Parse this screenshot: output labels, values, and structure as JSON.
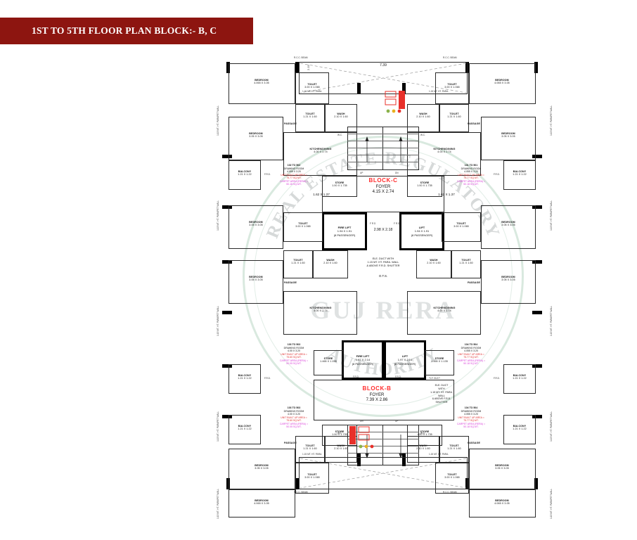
{
  "header": {
    "title": "1ST TO 5TH FLOOR PLAN BLOCK:- B, C",
    "banner_color": "#8d1510"
  },
  "watermark": {
    "arc_top": "REAL ESTATE REGULATORY",
    "arc_bottom": "AUTHORITY",
    "center": "GUJ RERA"
  },
  "blocks": [
    {
      "name": "BLOCK-C",
      "foyer_label": "FOYER",
      "foyer_dim": "4.15 X 2.74",
      "lobby_dim": "2.98 X 2.18",
      "fire_lift": {
        "name": "FIRE LIFT",
        "dim": "1.94 X 1.91",
        "capacity": "(8 PASSENGER)"
      },
      "lift": {
        "name": "LIFT",
        "dim": "1.94 X 1.91",
        "capacity": "(8 PASSENGER)"
      },
      "passage_dims": [
        "1.62 X 1.37",
        "1.62 X 1.37"
      ],
      "frd_label": "F R D"
    },
    {
      "name": "BLOCK-B",
      "foyer_label": "FOYER",
      "foyer_dim": "7.39 X 2.86",
      "fire_lift": {
        "name": "FIRE LIFT",
        "dim": "1.97 X 2.14",
        "capacity": "(8 PASSENGER)"
      },
      "lift": {
        "name": "LIFT",
        "dim": "1.97 X 2.14",
        "capacity": "(8 PASSENGER)"
      },
      "frd_label": "F.R.D."
    }
  ],
  "units": [
    {
      "code": "102 TO 502",
      "room": "DRAWING ROOM",
      "dim": "4.055 X 3.20",
      "bua": "UNIT BUILT UP AREA =",
      "bua2": "75.77 SQ.MT.",
      "cpa": "CARPET AREA (RERA) =",
      "cpa2": "50.18 SQ.MT."
    },
    {
      "code": "101 TO 501",
      "room": "DRAWING ROOM",
      "dim": "4.055 X 3.20",
      "bua": "UNIT BUILT UP AREA =",
      "bua2": "75.77 SQ.MT.",
      "cpa": "CARPET AREA (RERA) =",
      "cpa2": "50.18 SQ.MT."
    },
    {
      "code": "103 TO 503",
      "room": "DRAWING ROOM",
      "dim": "4.00 X 3.20",
      "bua": "UNIT BUILT UP AREA =",
      "bua2": "75.60 SQ.MT.",
      "cpa": "CARPET AREA (RERA) =",
      "cpa2": "50.05 SQ.MT."
    },
    {
      "code": "104 TO 504",
      "room": "DRAWING ROOM",
      "dim": "4.055 X 3.20",
      "bua": "UNIT BUILT UP AREA =",
      "bua2": "75.77 SQ.MT.",
      "cpa": "CARPET AREA (RERA) =",
      "cpa2": "50.18 SQ.MT."
    },
    {
      "code": "103 TO 503",
      "room": "DRAWING ROOM",
      "dim": "4.00 X 3.20",
      "bua": "UNIT BUILT UP AREA =",
      "bua2": "75.60 SQ.MT.",
      "cpa": "CARPET AREA (RERA) =",
      "cpa2": "50.05 SQ.MT."
    },
    {
      "code": "104 TO 504",
      "room": "DRAWING ROOM",
      "dim": "4.055 X 3.20",
      "bua": "UNIT BUILT UP AREA =",
      "bua2": "75.77 SQ.MT.",
      "cpa": "CARPET AREA (RERA) =",
      "cpa2": "50.18 SQ.MT."
    }
  ],
  "rooms": {
    "bedroom_large": {
      "name": "BEDROOM",
      "dim": "4.065 X 3.05"
    },
    "bedroom_small": {
      "name": "BEDROOM",
      "dim": "3.05 X 3.05"
    },
    "bedroom_mid": {
      "name": "BEDROOM",
      "dim": "3.05 X 3.05"
    },
    "toilet_big": {
      "name": "TOILET",
      "dim": "3.00 X 1.065"
    },
    "toilet_small": {
      "name": "TOILET",
      "dim": "1.21 X 1.60"
    },
    "wash": {
      "name": "WASH",
      "dim": "2.10 X 1.60"
    },
    "kitchen": {
      "name": "KITCHEN/DINING",
      "dim": "4.00 X 2.74"
    },
    "store": {
      "name": "STORE",
      "dim": "1.00 X 1.735"
    },
    "store_b": {
      "name": "STORE",
      "dim": "1.465 X 1.135"
    },
    "balcony": {
      "name": "BALCONY",
      "dim": "1.21 X 1.22"
    },
    "passage": {
      "name": "PASSAGE",
      "dim": ""
    },
    "frd": {
      "name": "F.R.D.",
      "dim": ""
    }
  },
  "notes": {
    "ele_duct_c": "ELE. DUCT WITH\n1.15 MT. HT. PARA. WALL\n& ABOVE F.R.D. SHUTTER",
    "ele_duct_c_l1": "ELE. DUCT WITH",
    "ele_duct_c_l2": "1.15 MT. HT. PARA. WALL",
    "ele_duct_c_l3": "& ABOVE F.R.D. SHUTTER",
    "ots": "O.T.S.",
    "ele_duct_b_l1": "ELE. DUCT",
    "ele_duct_b_l2": "WITH",
    "ele_duct_b_l3": "1.15 MT. HT. PARA.",
    "ele_duct_b_l4": "WALL",
    "ele_duct_b_l5": "& ABOVE F.R.D.",
    "ele_duct_b_l6": "SHUTTER",
    "tlf_duct": "TLF. DUCT",
    "parapet": "1.15 MT. HT. PARA.",
    "parapet_wall": "1.15 MT. HT. PARAPET WALL",
    "rcc_beam": "R.C.C. BEAM",
    "up": "UP",
    "dn": "DN",
    "dim_top": "7.39",
    "dim_left_top": "2.19",
    "wc": "W.C."
  }
}
